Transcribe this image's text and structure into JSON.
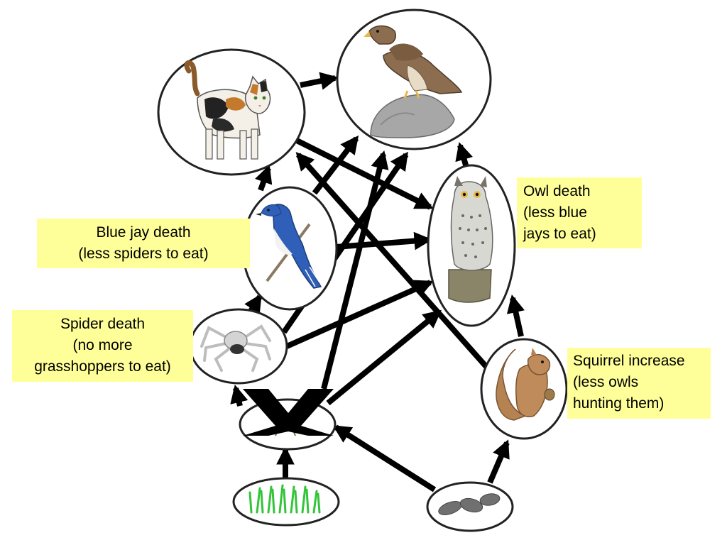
{
  "annotations": {
    "blue_jay": [
      "Blue jay death",
      "(less spiders to eat)"
    ],
    "spider": [
      "Spider death",
      "(no more",
      "grasshoppers to eat)"
    ],
    "owl": [
      "Owl death",
      "(less blue",
      "jays to eat)"
    ],
    "squirrel": [
      "Squirrel increase",
      "(less owls",
      "hunting them)"
    ]
  },
  "organisms": [
    "cat",
    "hawk",
    "blue-jay",
    "owl",
    "spider",
    "squirrel",
    "grasshopper",
    "grass",
    "seeds"
  ],
  "removed_organism": "grasshopper",
  "colors": {
    "annotation_background": "#ffff99",
    "arrow": "#000000",
    "node_border": "#222222"
  }
}
